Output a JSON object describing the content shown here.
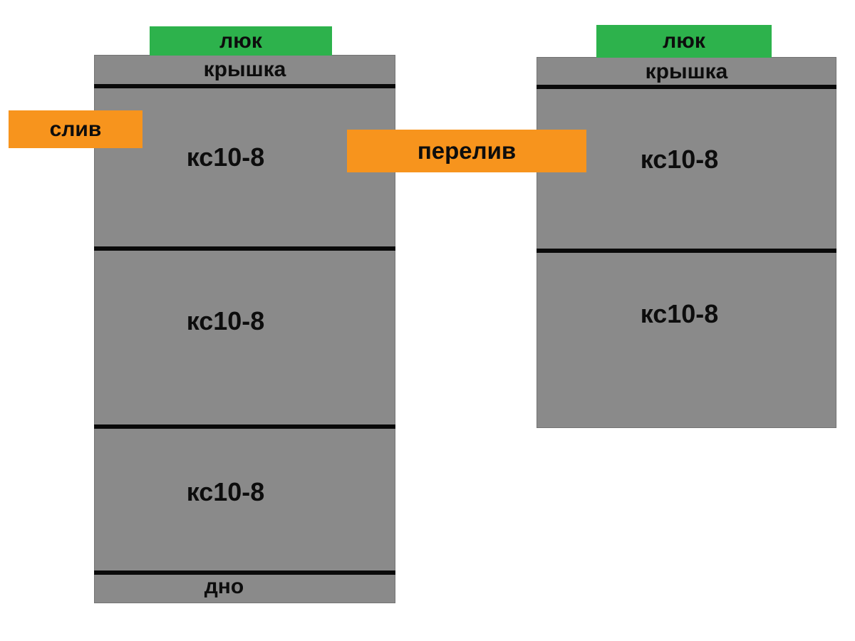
{
  "diagram": {
    "description_hint": "two precast concrete ring septic tanks",
    "colors": {
      "tank_gray": "#8a8a8a",
      "hatch_green": "#2db24c",
      "pipe_orange": "#f7941d",
      "divider_black": "#0a0a0a",
      "text_black": "#0d0d0d",
      "background": "#ffffff"
    },
    "tanks": [
      {
        "id": "left",
        "hatch_label": "люк",
        "lid_label": "крышка",
        "rings": [
          "кс10-8",
          "кс10-8",
          "кс10-8"
        ],
        "bottom_label": "дно"
      },
      {
        "id": "right",
        "hatch_label": "люк",
        "lid_label": "крышка",
        "rings": [
          "кс10-8",
          "кс10-8"
        ]
      }
    ],
    "connections": {
      "drain_label": "слив",
      "overflow_label": "перелив"
    }
  }
}
